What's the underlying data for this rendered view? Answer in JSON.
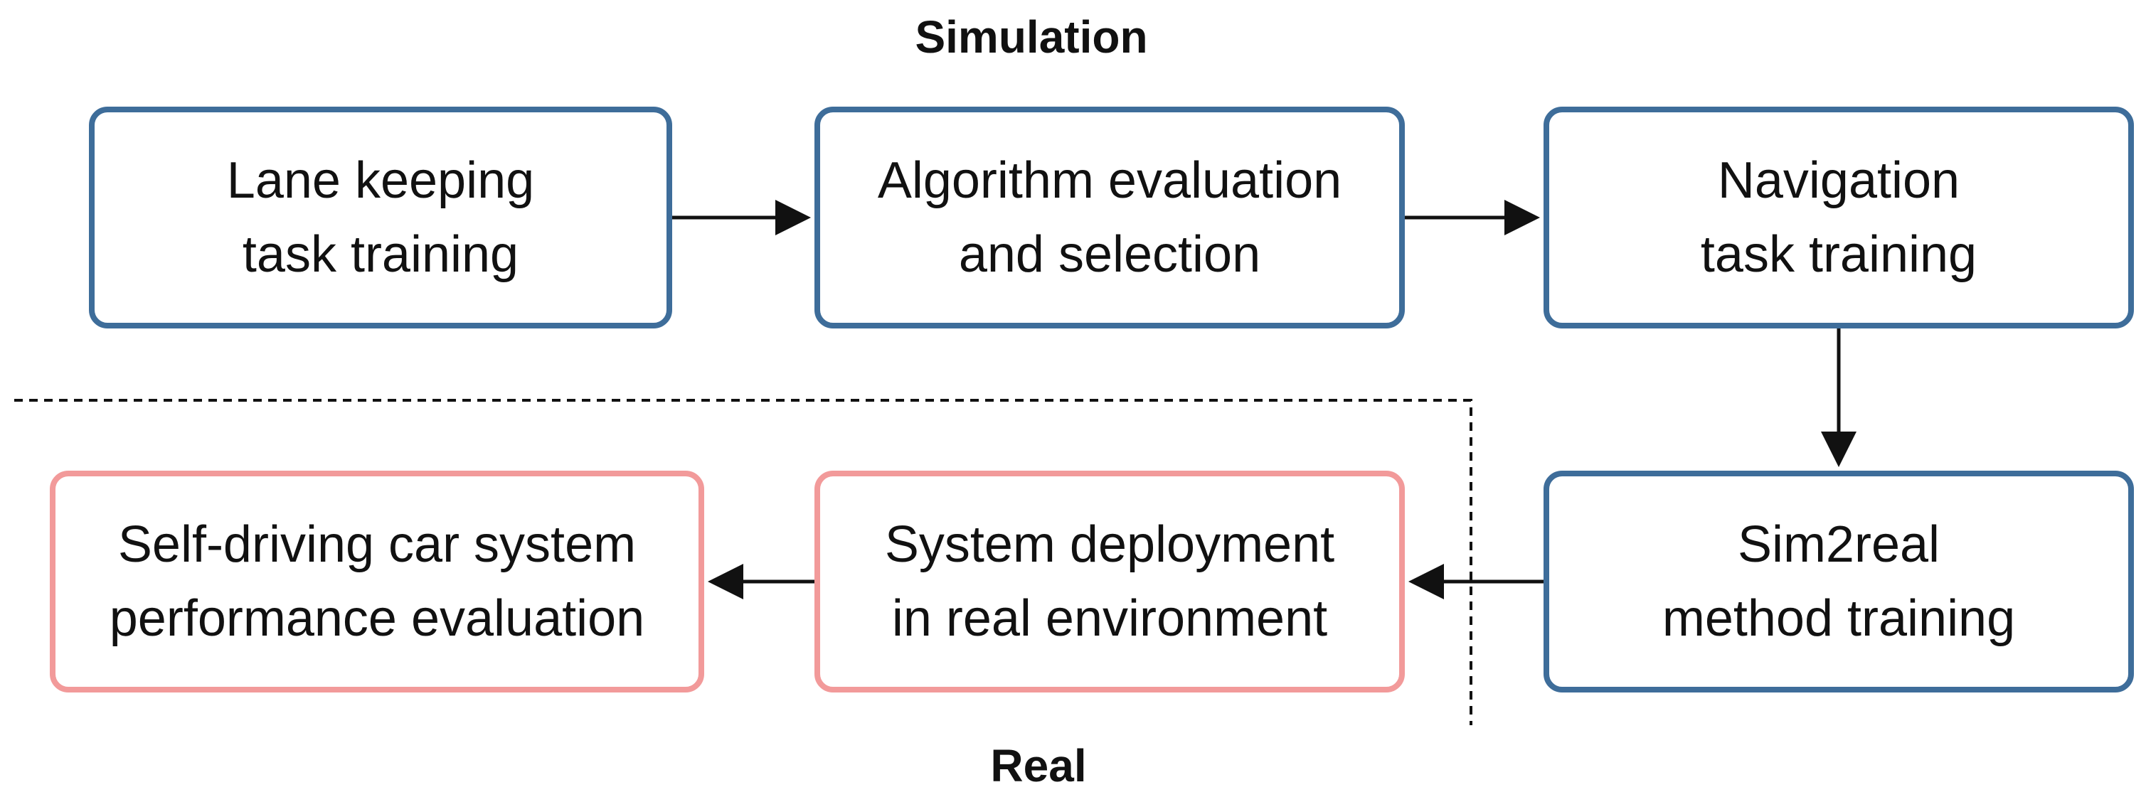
{
  "labels": {
    "simulation": "Simulation",
    "real": "Real"
  },
  "boxes": {
    "lane_keeping": {
      "line1": "Lane keeping",
      "line2": "task training"
    },
    "algorithm": {
      "line1": "Algorithm evaluation",
      "line2": "and selection"
    },
    "navigation": {
      "line1": "Navigation",
      "line2": "task training"
    },
    "sim2real": {
      "line1": "Sim2real",
      "line2": "method training"
    },
    "deployment": {
      "line1": "System deployment",
      "line2": "in real environment"
    },
    "evaluation": {
      "line1": "Self-driving car system",
      "line2": "performance evaluation"
    }
  },
  "colors": {
    "simulation_border": "#3e6d9a",
    "real_border": "#f29a9a",
    "arrow": "#111111"
  }
}
